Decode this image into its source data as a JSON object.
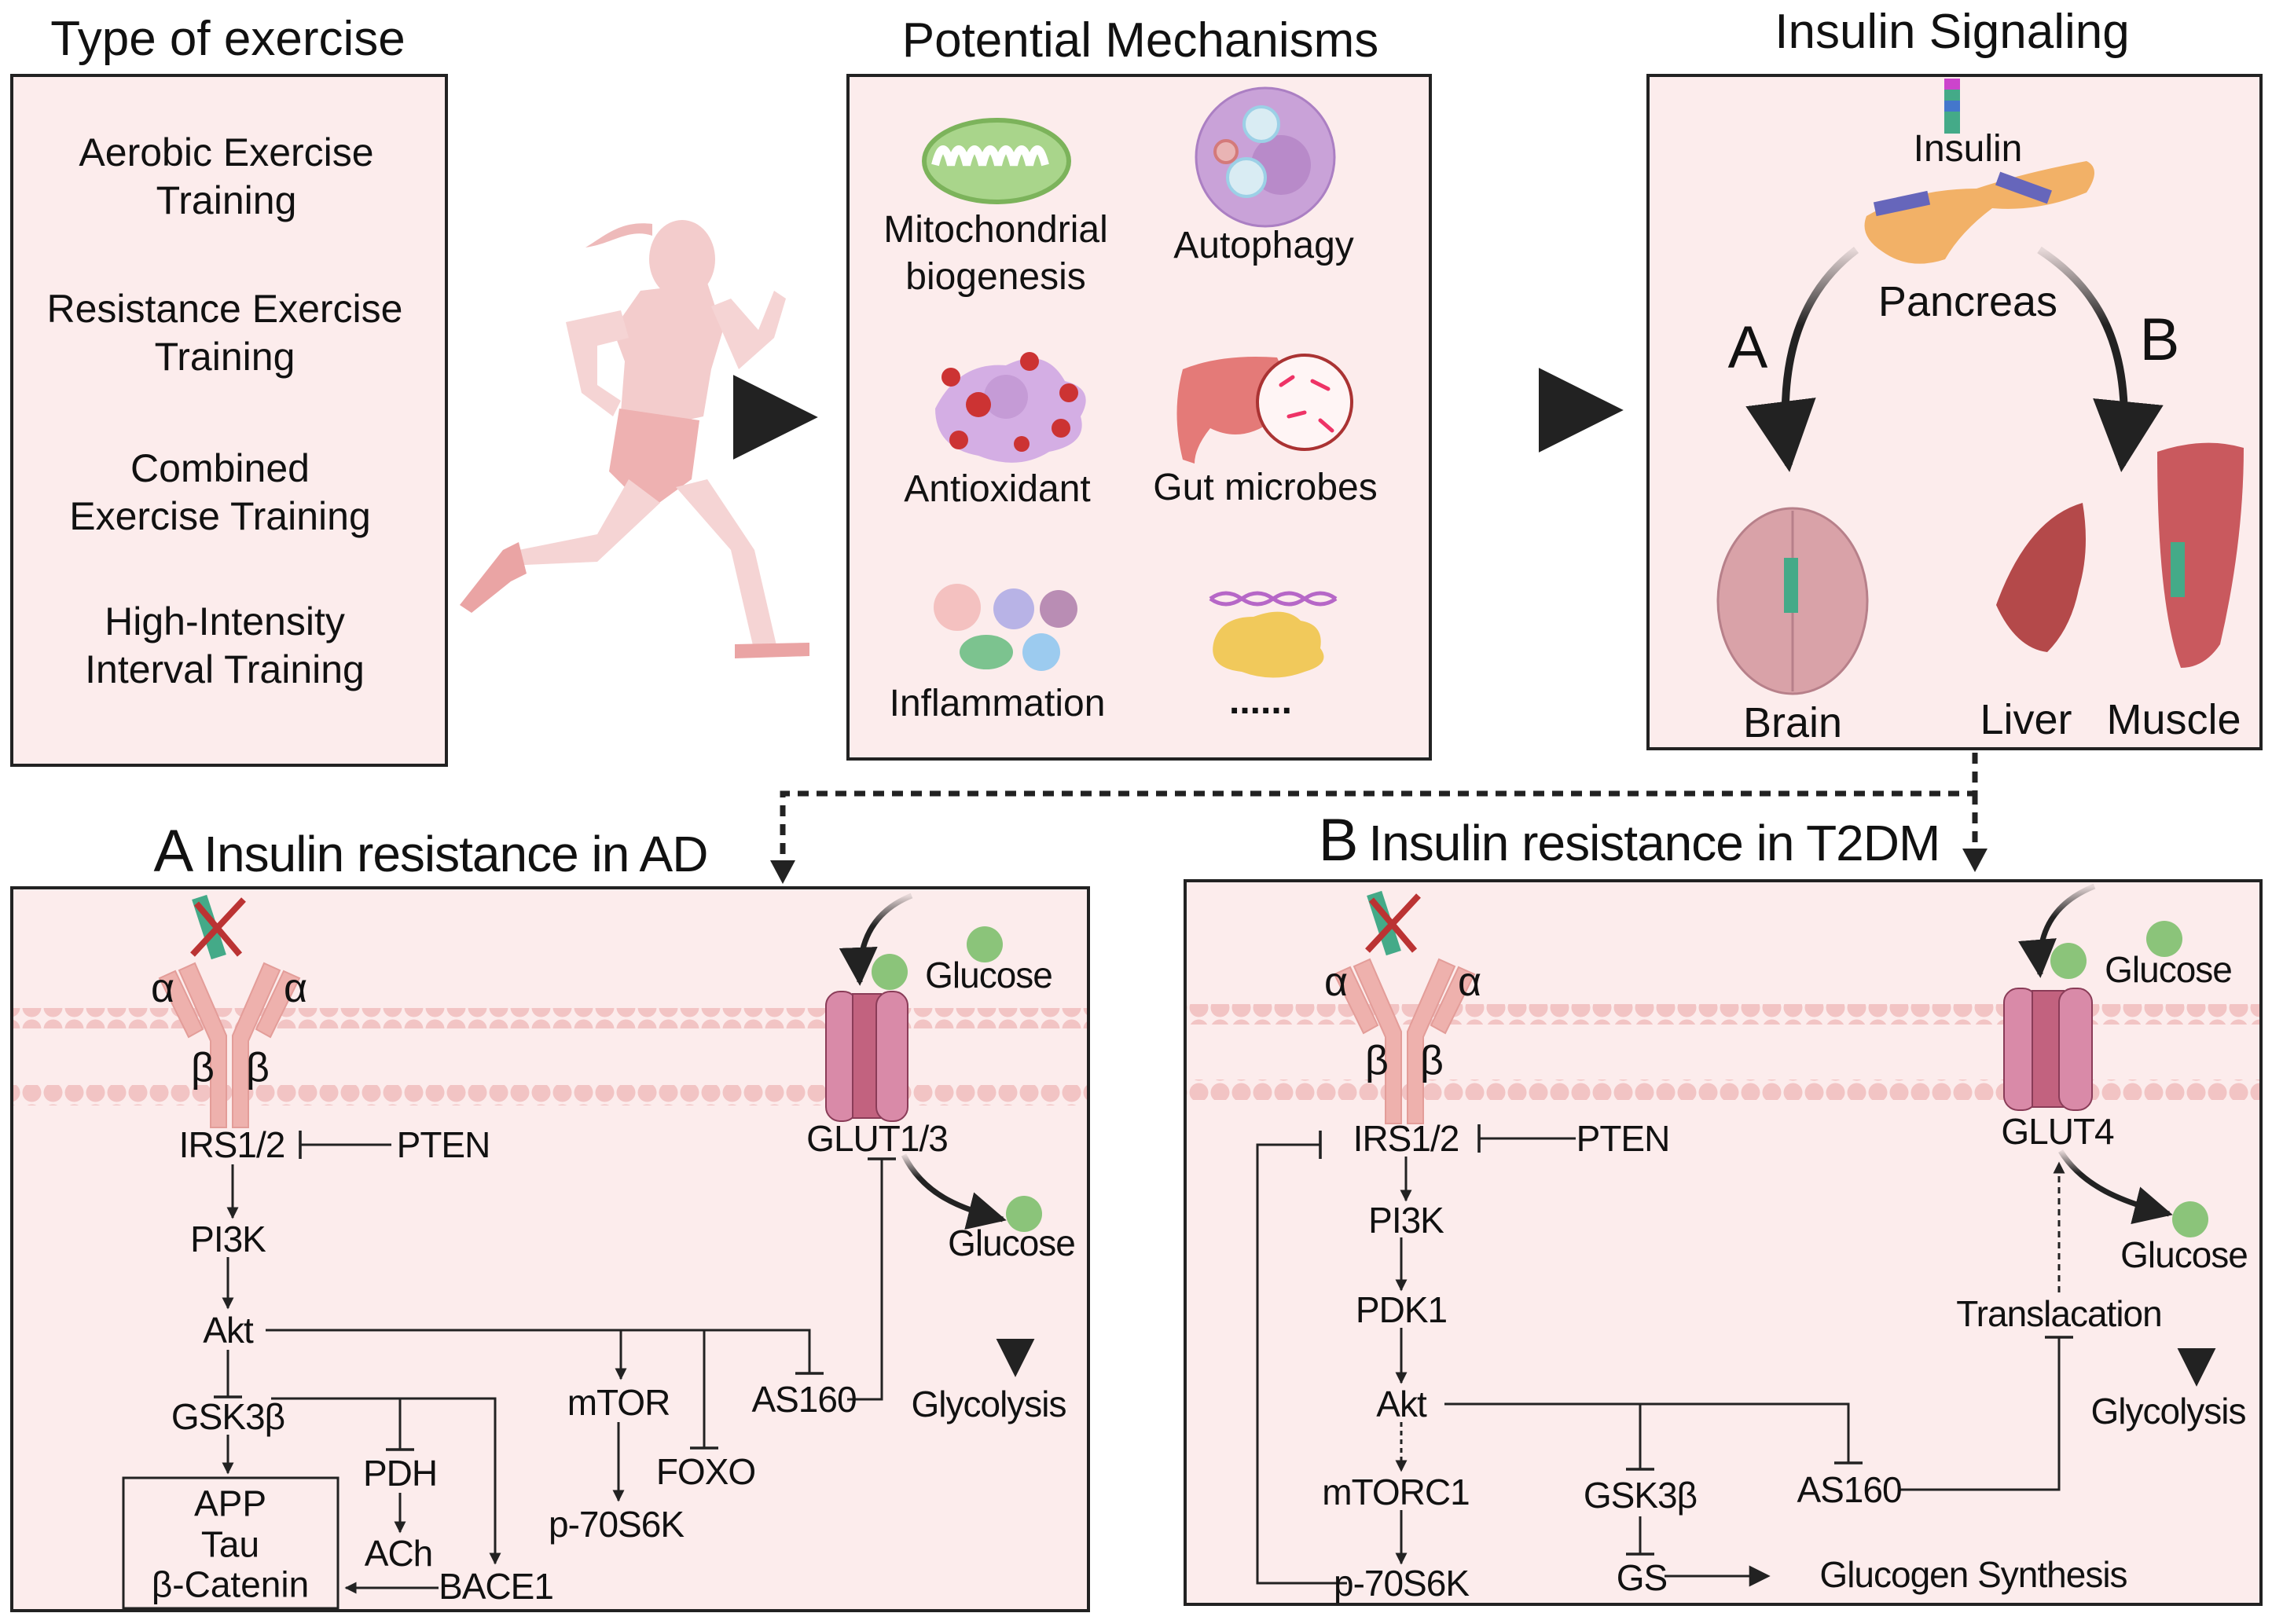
{
  "sections": {
    "exercise": {
      "title": "Type of exercise",
      "items": [
        "Aerobic Exercise\nTraining",
        "Resistance Exercise\nTraining",
        "Combined\nExercise Training",
        "High-Intensity\nInterval Training"
      ],
      "icon": "runner-icon"
    },
    "mechanisms": {
      "title": "Potential Mechanisms",
      "items": [
        {
          "label": "Mitochondrial\nbiogenesis",
          "icon": "mitochondrion-icon"
        },
        {
          "label": "Autophagy",
          "icon": "autophagy-cell-icon"
        },
        {
          "label": "Antioxidant",
          "icon": "ros-cell-icon"
        },
        {
          "label": "Gut microbes",
          "icon": "intestine-bacteria-icon"
        },
        {
          "label": "Inflammation",
          "icon": "immune-cells-icon"
        },
        {
          "label": "......",
          "icon": "dna-protein-icon"
        }
      ]
    },
    "signaling": {
      "title": "Insulin Signaling",
      "insulin": "Insulin",
      "pancreas": "Pancreas",
      "path_a": "A",
      "path_b": "B",
      "brain": "Brain",
      "liver": "Liver",
      "muscle": "Muscle"
    }
  },
  "panel_a": {
    "letter": "A",
    "title": "Insulin resistance in AD",
    "alpha": "α",
    "beta": "β",
    "nodes": {
      "irs": "IRS1/2",
      "pten": "PTEN",
      "pi3k": "PI3K",
      "akt": "Akt",
      "gsk3b": "GSK3β",
      "box": "APP\nTau\nβ-Catenin",
      "pdh": "PDH",
      "ach": "ACh",
      "bace1": "BACE1",
      "mtor": "mTOR",
      "p70s6k": "p-70S6K",
      "foxo": "FOXO",
      "as160": "AS160",
      "glut": "GLUT1/3",
      "glucose_out": "Glucose",
      "glucose_in": "Glucose",
      "glycolysis": "Glycolysis"
    }
  },
  "panel_b": {
    "letter": "B",
    "title": "Insulin resistance in T2DM",
    "alpha": "α",
    "beta": "β",
    "nodes": {
      "irs": "IRS1/2",
      "pten": "PTEN",
      "pi3k": "PI3K",
      "pdk1": "PDK1",
      "akt": "Akt",
      "mtorc1": "mTORC1",
      "p70s6k": "p-70S6K",
      "gsk3b": "GSK3β",
      "gs": "GS",
      "glycogen": "Glucogen Synthesis",
      "as160": "AS160",
      "glut": "GLUT4",
      "glucose_out": "Glucose",
      "glucose_in": "Glucose",
      "translocation": "Translacation",
      "glycolysis": "Glycolysis"
    }
  },
  "colors": {
    "panel_bg": "#fcecec",
    "membrane": "#f2c4c4",
    "receptor": "#eeb1ad",
    "glut_outer": "#d98aa8",
    "glut_inner": "#c2627f",
    "glucose": "#8bc47a",
    "arrow": "#222222"
  }
}
